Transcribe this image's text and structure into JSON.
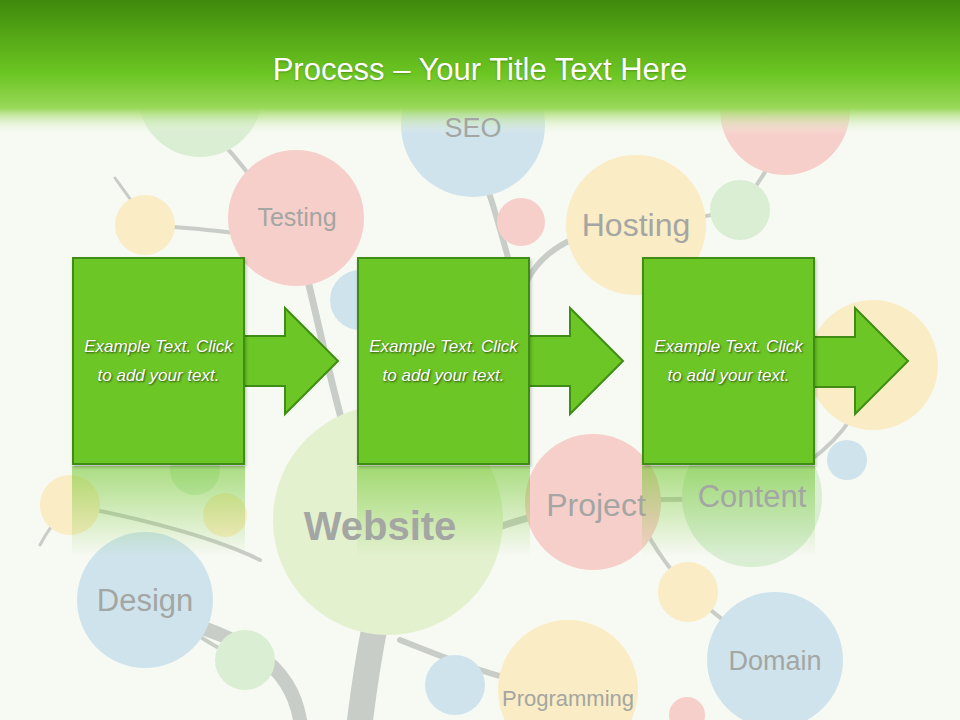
{
  "diagram": {
    "title": "Process – Your Title Text Here",
    "nodes": [
      {
        "text": [
          "Example Text. Click to add your text."
        ]
      },
      {
        "text": [
          "Example Text. Click to add your text."
        ]
      },
      {
        "text": [
          "Example Text. Click to add your text."
        ]
      }
    ],
    "edges": [
      {
        "from": 0,
        "to": 1,
        "arrow": "to"
      },
      {
        "from": 1,
        "to": 2,
        "arrow": "to"
      }
    ],
    "labels": [
      "SEO",
      "Testing",
      "Hosting",
      "Website",
      "Project",
      "Content",
      "Design",
      "Domain",
      "Programming"
    ]
  }
}
